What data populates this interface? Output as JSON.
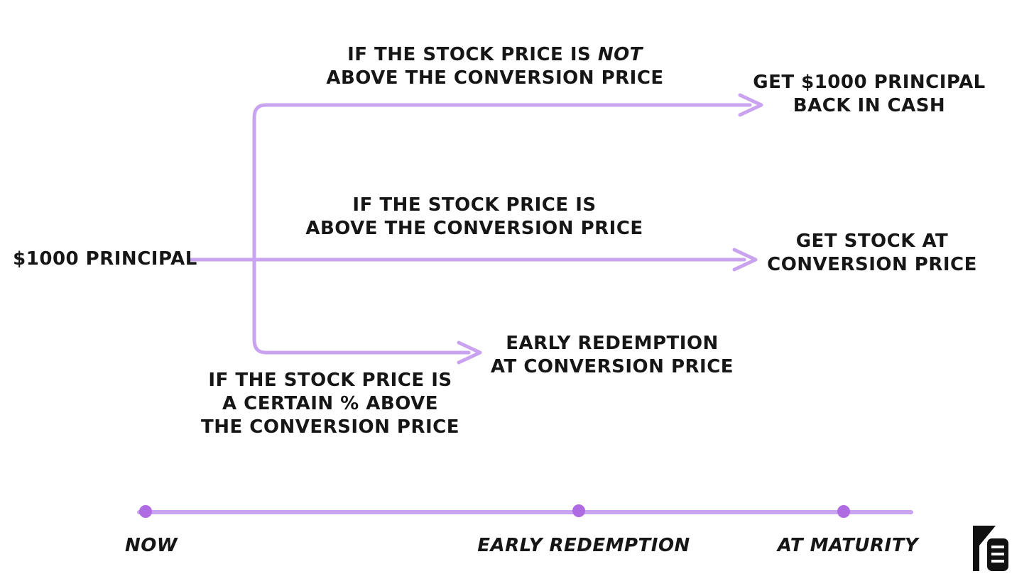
{
  "colors": {
    "line": "#c9a3ef",
    "dot": "#ae6be2",
    "text": "#161616"
  },
  "start": {
    "label": "$1000 PRINCIPAL"
  },
  "branches": {
    "maturity_cash": {
      "cond1_normal": "IF THE STOCK PRICE IS",
      "cond1_emph": "NOT",
      "cond2": "ABOVE THE CONVERSION PRICE",
      "out1": "GET $1000 PRINCIPAL",
      "out2": "BACK IN CASH"
    },
    "conversion": {
      "cond1": "IF THE STOCK PRICE IS",
      "cond2": "ABOVE THE CONVERSION PRICE",
      "out1": "GET STOCK AT",
      "out2": "CONVERSION PRICE"
    },
    "early_redemption": {
      "out1": "EARLY REDEMPTION",
      "out2": "AT CONVERSION PRICE",
      "cond1": "IF THE STOCK PRICE IS",
      "cond2": "A CERTAIN % ABOVE",
      "cond3": "THE CONVERSION PRICE"
    }
  },
  "timeline": {
    "now": "NOW",
    "early": "EARLY REDEMPTION",
    "maturity": "AT MATURITY"
  }
}
